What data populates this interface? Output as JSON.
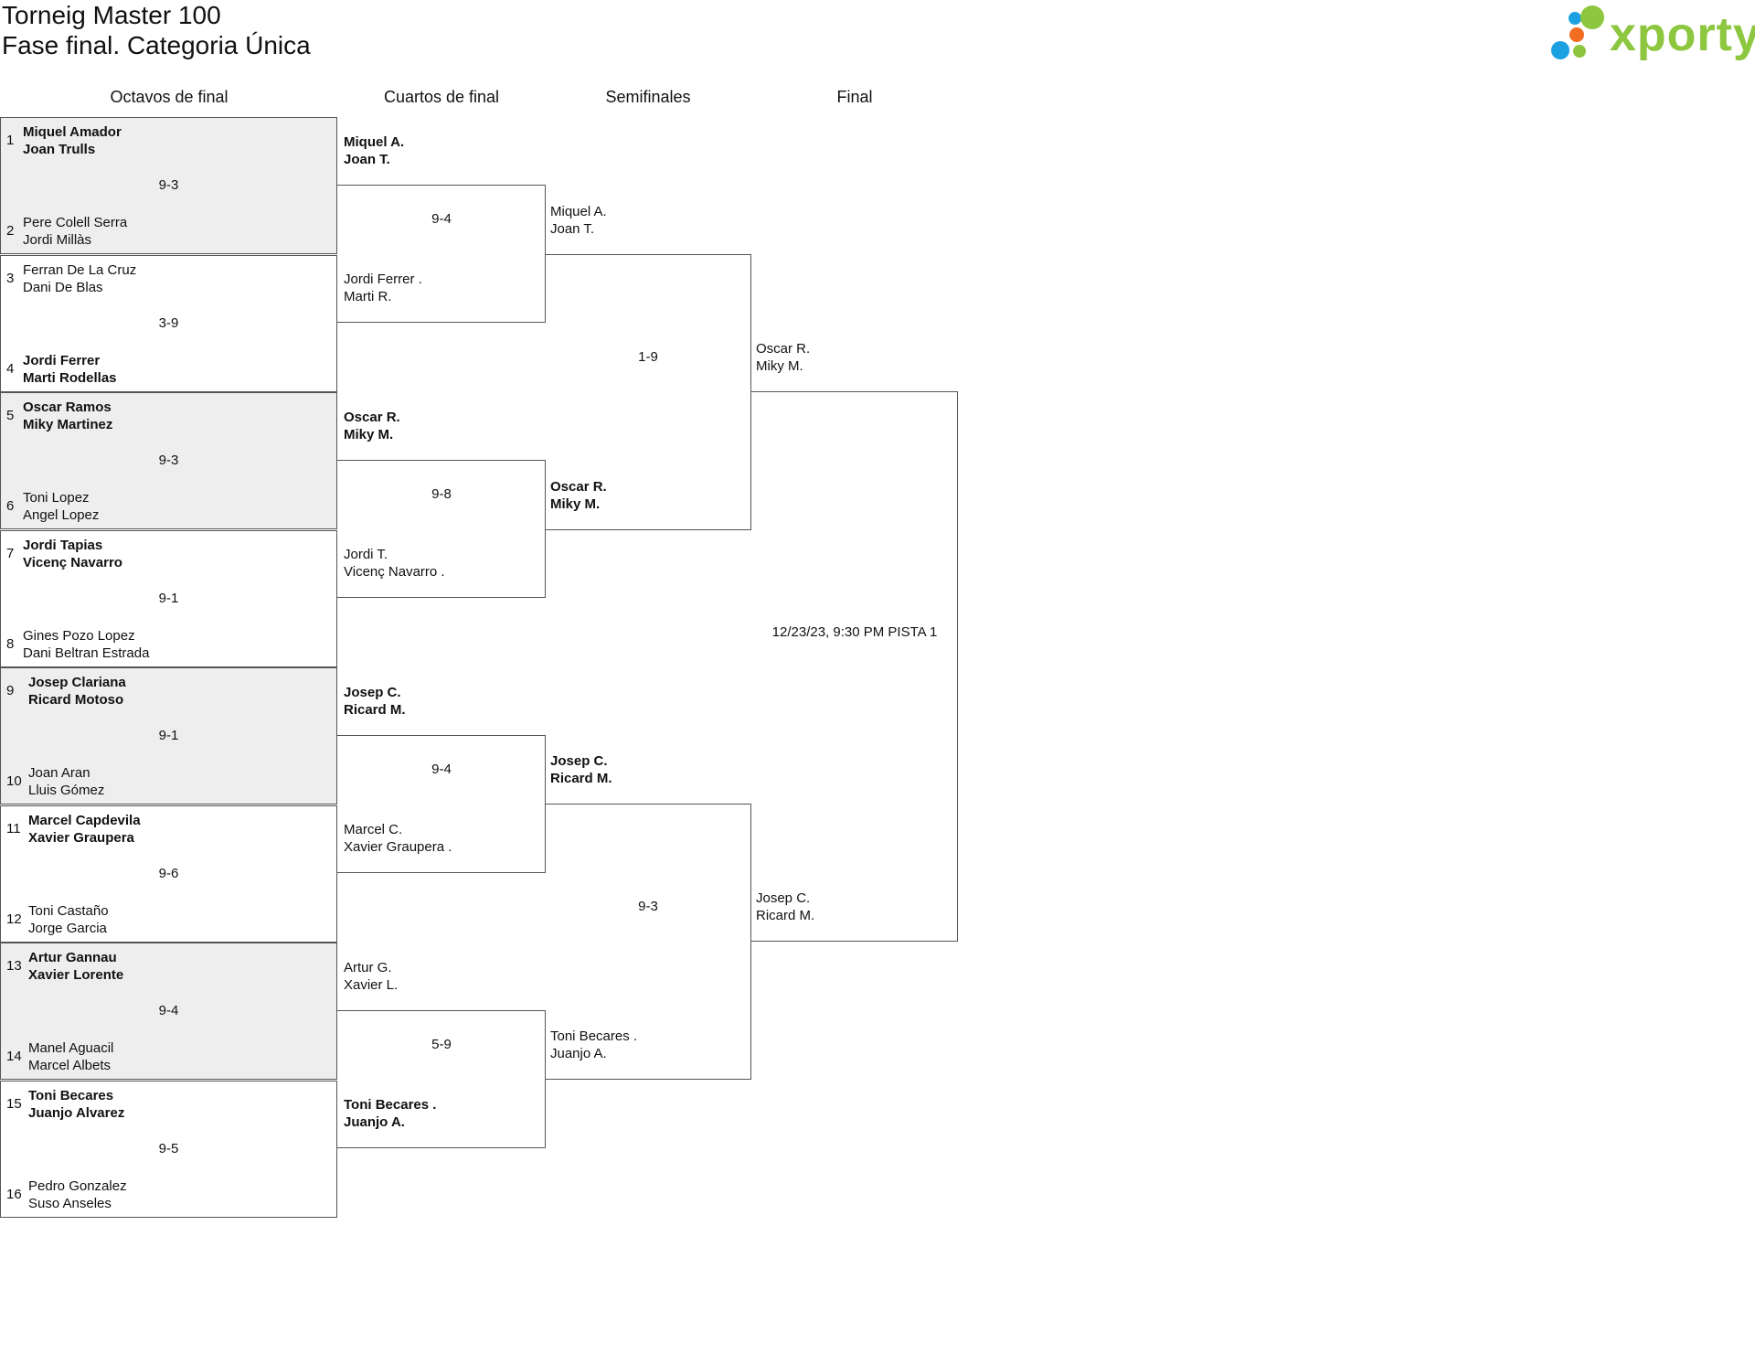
{
  "header": {
    "title_line1": "Torneig Master 100",
    "title_line2": "Fase final. Categoria Única",
    "logo_text": "xporty"
  },
  "colors": {
    "logo_green": "#8dc63f",
    "logo_blue": "#1ba1e2",
    "logo_orange": "#f26c22",
    "shade": "#eeeeee"
  },
  "rounds": {
    "r16": "Octavos de final",
    "qf": "Cuartos de final",
    "sf": "Semifinales",
    "final": "Final"
  },
  "round_of_16": [
    {
      "seed_a": "1",
      "a1": "Miquel Amador",
      "a2": "Joan Trulls",
      "seed_b": "2",
      "b1": "Pere Colell Serra",
      "b2": "Jordi Millàs",
      "score": "9-3",
      "winner": "a"
    },
    {
      "seed_a": "3",
      "a1": "Ferran De La Cruz",
      "a2": "Dani De Blas",
      "seed_b": "4",
      "b1": "Jordi Ferrer",
      "b2": "Marti Rodellas",
      "score": "3-9",
      "winner": "b"
    },
    {
      "seed_a": "5",
      "a1": "Oscar Ramos",
      "a2": "Miky Martinez",
      "seed_b": "6",
      "b1": "Toni Lopez",
      "b2": "Angel Lopez",
      "score": "9-3",
      "winner": "a"
    },
    {
      "seed_a": "7",
      "a1": "Jordi Tapias",
      "a2": "Vicenç Navarro",
      "seed_b": "8",
      "b1": "Gines Pozo Lopez",
      "b2": "Dani Beltran Estrada",
      "score": "9-1",
      "winner": "a"
    },
    {
      "seed_a": "9",
      "a1": "Josep Clariana",
      "a2": "Ricard Motoso",
      "seed_b": "10",
      "b1": "Joan Aran",
      "b2": "Lluis Gómez",
      "score": "9-1",
      "winner": "a"
    },
    {
      "seed_a": "11",
      "a1": "Marcel Capdevila",
      "a2": "Xavier Graupera",
      "seed_b": "12",
      "b1": "Toni Castaño",
      "b2": "Jorge Garcia",
      "score": "9-6",
      "winner": "a"
    },
    {
      "seed_a": "13",
      "a1": "Artur Gannau",
      "a2": "Xavier Lorente",
      "seed_b": "14",
      "b1": "Manel Aguacil",
      "b2": "Marcel Albets",
      "score": "9-4",
      "winner": "a"
    },
    {
      "seed_a": "15",
      "a1": "Toni Becares",
      "a2": "Juanjo Alvarez",
      "seed_b": "16",
      "b1": "Pedro Gonzalez",
      "b2": "Suso Anseles",
      "score": "9-5",
      "winner": "a"
    }
  ],
  "quarterfinals": [
    {
      "a1": "Miquel A.",
      "a2": "Joan T.",
      "b1": "Jordi Ferrer .",
      "b2": "Marti R.",
      "score": "9-4",
      "winner": "a"
    },
    {
      "a1": "Oscar R.",
      "a2": "Miky M.",
      "b1": "Jordi T.",
      "b2": "Vicenç Navarro .",
      "score": "9-8",
      "winner": "a"
    },
    {
      "a1": "Josep C.",
      "a2": "Ricard M.",
      "b1": "Marcel C.",
      "b2": "Xavier Graupera .",
      "score": "9-4",
      "winner": "a"
    },
    {
      "a1": "Artur G.",
      "a2": "Xavier L.",
      "b1": "Toni Becares .",
      "b2": "Juanjo A.",
      "score": "5-9",
      "winner": "b"
    }
  ],
  "semifinals": [
    {
      "a1": "Miquel A.",
      "a2": "Joan T.",
      "b1": "Oscar R.",
      "b2": "Miky M.",
      "score": "1-9",
      "winner": "b"
    },
    {
      "a1": "Josep C.",
      "a2": "Ricard M.",
      "b1": "Toni Becares .",
      "b2": "Juanjo A.",
      "score": "9-3",
      "winner": "a"
    }
  ],
  "final": {
    "a1": "Oscar R.",
    "a2": "Miky M.",
    "b1": "Josep C.",
    "b2": "Ricard M.",
    "schedule": "12/23/23, 9:30 PM PISTA 1"
  }
}
